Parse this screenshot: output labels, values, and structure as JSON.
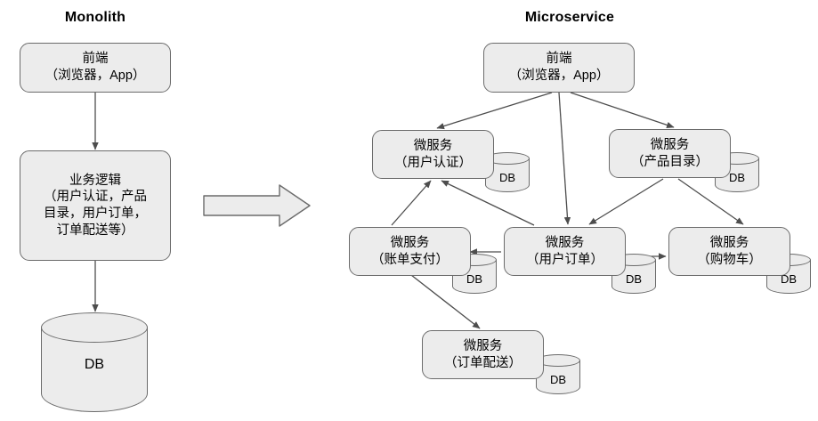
{
  "diagram": {
    "title_left": "Monolith",
    "title_right": "Microservice",
    "db_label": "DB"
  },
  "monolith": {
    "frontend": {
      "line1": "前端",
      "line2": "（浏览器，App）"
    },
    "business": {
      "line1": "业务逻辑",
      "line2": "（用户认证，产品",
      "line3": "目录，用户订单，",
      "line4": "订单配送等）"
    },
    "database": {
      "label": "DB"
    }
  },
  "microservice": {
    "frontend": {
      "line1": "前端",
      "line2": "（浏览器，App）"
    },
    "services": [
      {
        "id": "user-auth",
        "line1": "微服务",
        "line2": "（用户认证）",
        "db": "DB"
      },
      {
        "id": "product-catalog",
        "line1": "微服务",
        "line2": "（产品目录）",
        "db": "DB"
      },
      {
        "id": "billing-payment",
        "line1": "微服务",
        "line2": "（账单支付）",
        "db": "DB"
      },
      {
        "id": "user-order",
        "line1": "微服务",
        "line2": "（用户订单）",
        "db": "DB"
      },
      {
        "id": "shopping-cart",
        "line1": "微服务",
        "line2": "（购物车）",
        "db": "DB"
      },
      {
        "id": "order-delivery",
        "line1": "微服务",
        "line2": "（订单配送）",
        "db": "DB"
      }
    ]
  },
  "style": {
    "node_fill": "#ececec",
    "node_stroke": "#6b6b6b",
    "edge_stroke": "#4d4d4d",
    "text_color": "#000000",
    "background": "#ffffff"
  },
  "transition_arrow": {
    "name": "monolith-to-microservice-arrow"
  }
}
